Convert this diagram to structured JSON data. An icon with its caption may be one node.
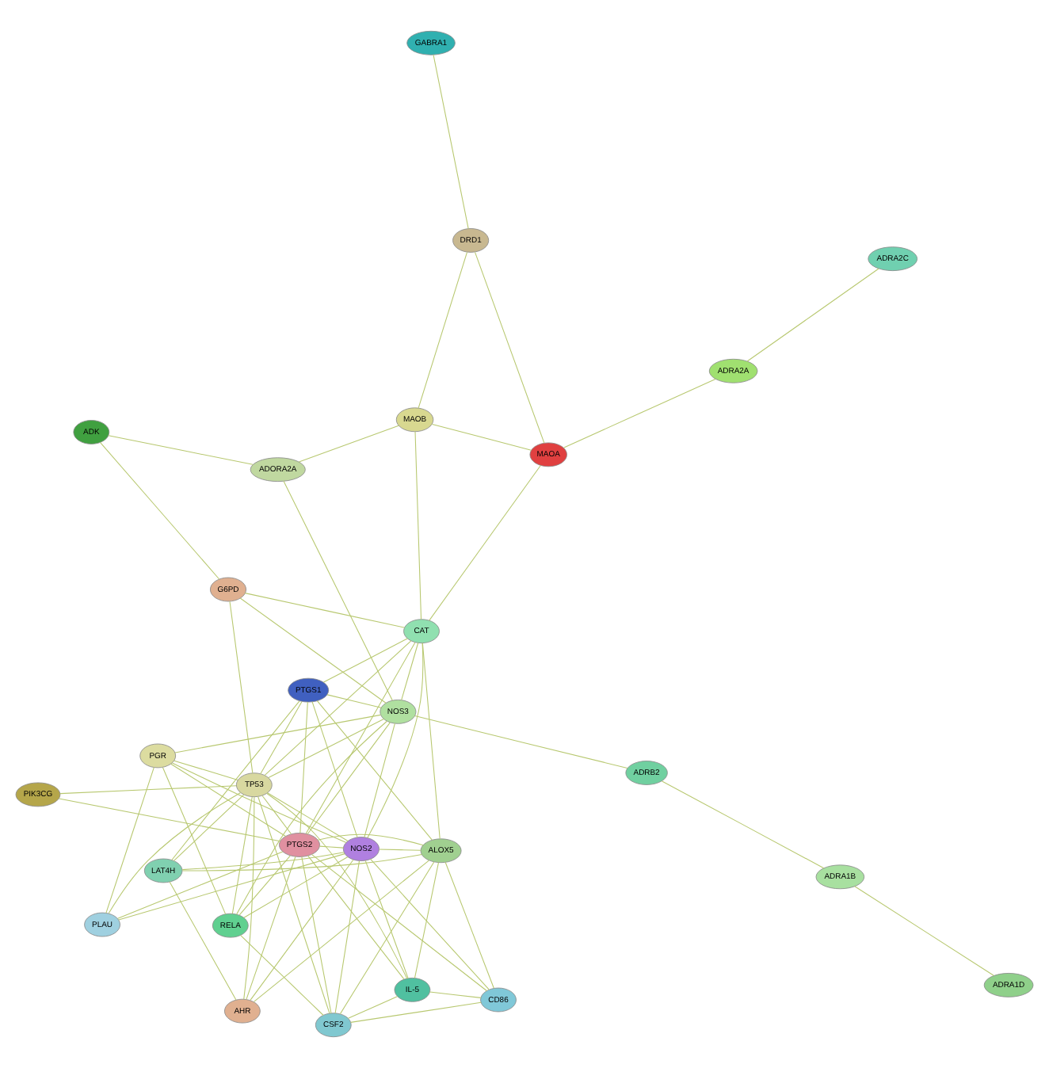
{
  "diagram": {
    "nodes": [
      {
        "text": [
          "PIK3CG"
        ]
      },
      {
        "text": [
          "ADRA1D"
        ]
      },
      {
        "text": [
          "PLAU"
        ]
      },
      {
        "text": [
          "PGR"
        ]
      },
      {
        "text": [
          "ADRA1B"
        ]
      },
      {
        "text": [
          "RELA"
        ]
      },
      {
        "text": [
          "CSF2"
        ]
      },
      {
        "text": [
          "ADRB2"
        ]
      },
      {
        "text": [
          "TP53"
        ]
      },
      {
        "text": [
          "IL-5"
        ]
      },
      {
        "text": [
          "PTGS2"
        ]
      },
      {
        "text": [
          "AHR"
        ]
      },
      {
        "text": [
          "CD86"
        ]
      },
      {
        "text": [
          "NOS2"
        ]
      },
      {
        "text": [
          "NOS3"
        ]
      },
      {
        "text": [
          "G6PD"
        ]
      },
      {
        "text": [
          "ALOX5"
        ]
      },
      {
        "text": [
          "PTGS1"
        ]
      },
      {
        "text": [
          "CAT"
        ]
      },
      {
        "text": [
          "ADK"
        ]
      },
      {
        "text": [
          "LAT4H"
        ]
      },
      {
        "text": [
          "ADORA2A"
        ]
      },
      {
        "text": [
          "MAOB"
        ]
      },
      {
        "text": [
          "MAOA"
        ]
      },
      {
        "text": [
          "DRD1"
        ]
      },
      {
        "text": [
          "ADRA2A"
        ]
      },
      {
        "text": [
          "GABRA1"
        ]
      },
      {
        "text": [
          "ADRA2C"
        ]
      }
    ],
    "edges": [
      {
        "from": 0,
        "to": 10,
        "arrow": "none"
      },
      {
        "from": 0,
        "to": 8,
        "arrow": "none"
      },
      {
        "from": 1,
        "to": 4,
        "arrow": "none"
      },
      {
        "from": 4,
        "to": 7,
        "arrow": "none"
      },
      {
        "from": 7,
        "to": 14,
        "arrow": "none"
      },
      {
        "from": 2,
        "to": 3,
        "arrow": "none"
      },
      {
        "from": 2,
        "to": 10,
        "arrow": "none"
      },
      {
        "from": 2,
        "to": 8,
        "arrow": "none"
      },
      {
        "from": 2,
        "to": 13,
        "arrow": "none"
      },
      {
        "from": 3,
        "to": 10,
        "arrow": "none"
      },
      {
        "from": 3,
        "to": 5,
        "arrow": "none"
      },
      {
        "from": 3,
        "to": 8,
        "arrow": "none"
      },
      {
        "from": 3,
        "to": 14,
        "arrow": "none"
      },
      {
        "from": 3,
        "to": 13,
        "arrow": "none"
      },
      {
        "from": 5,
        "to": 8,
        "arrow": "none"
      },
      {
        "from": 5,
        "to": 10,
        "arrow": "none"
      },
      {
        "from": 5,
        "to": 6,
        "arrow": "none"
      },
      {
        "from": 5,
        "to": 13,
        "arrow": "none"
      },
      {
        "from": 5,
        "to": 14,
        "arrow": "none"
      },
      {
        "from": 6,
        "to": 9,
        "arrow": "none"
      },
      {
        "from": 6,
        "to": 10,
        "arrow": "none"
      },
      {
        "from": 6,
        "to": 13,
        "arrow": "none"
      },
      {
        "from": 6,
        "to": 12,
        "arrow": "none"
      },
      {
        "from": 6,
        "to": 8,
        "arrow": "none"
      },
      {
        "from": 6,
        "to": 16,
        "arrow": "none"
      },
      {
        "from": 9,
        "to": 10,
        "arrow": "none"
      },
      {
        "from": 9,
        "to": 12,
        "arrow": "none"
      },
      {
        "from": 9,
        "to": 13,
        "arrow": "none"
      },
      {
        "from": 9,
        "to": 16,
        "arrow": "none"
      },
      {
        "from": 9,
        "to": 8,
        "arrow": "none"
      },
      {
        "from": 8,
        "to": 10,
        "arrow": "none"
      },
      {
        "from": 8,
        "to": 13,
        "arrow": "none"
      },
      {
        "from": 8,
        "to": 14,
        "arrow": "none"
      },
      {
        "from": 8,
        "to": 18,
        "arrow": "none"
      },
      {
        "from": 8,
        "to": 15,
        "arrow": "none"
      },
      {
        "from": 8,
        "to": 11,
        "arrow": "none"
      },
      {
        "from": 8,
        "to": 17,
        "arrow": "none"
      },
      {
        "from": 8,
        "to": 20,
        "arrow": "none"
      },
      {
        "from": 10,
        "to": 11,
        "arrow": "none"
      },
      {
        "from": 10,
        "to": 13,
        "arrow": "none"
      },
      {
        "from": 10,
        "to": 14,
        "arrow": "none"
      },
      {
        "from": 10,
        "to": 12,
        "arrow": "none"
      },
      {
        "from": 10,
        "to": 17,
        "arrow": "none"
      },
      {
        "from": 10,
        "to": 16,
        "arrow": "none"
      },
      {
        "from": 10,
        "to": 18,
        "arrow": "none"
      },
      {
        "from": 11,
        "to": 13,
        "arrow": "none"
      },
      {
        "from": 11,
        "to": 16,
        "arrow": "none"
      },
      {
        "from": 11,
        "to": 20,
        "arrow": "none"
      },
      {
        "from": 12,
        "to": 13,
        "arrow": "none"
      },
      {
        "from": 12,
        "to": 16,
        "arrow": "none"
      },
      {
        "from": 13,
        "to": 14,
        "arrow": "none"
      },
      {
        "from": 13,
        "to": 17,
        "arrow": "none"
      },
      {
        "from": 13,
        "to": 18,
        "arrow": "none"
      },
      {
        "from": 13,
        "to": 16,
        "arrow": "none"
      },
      {
        "from": 13,
        "to": 20,
        "arrow": "none"
      },
      {
        "from": 14,
        "to": 15,
        "arrow": "none"
      },
      {
        "from": 14,
        "to": 18,
        "arrow": "none"
      },
      {
        "from": 14,
        "to": 17,
        "arrow": "none"
      },
      {
        "from": 14,
        "to": 21,
        "arrow": "none"
      },
      {
        "from": 15,
        "to": 19,
        "arrow": "none"
      },
      {
        "from": 15,
        "to": 18,
        "arrow": "none"
      },
      {
        "from": 16,
        "to": 17,
        "arrow": "none"
      },
      {
        "from": 16,
        "to": 20,
        "arrow": "none"
      },
      {
        "from": 16,
        "to": 18,
        "arrow": "none"
      },
      {
        "from": 17,
        "to": 18,
        "arrow": "none"
      },
      {
        "from": 17,
        "to": 20,
        "arrow": "none"
      },
      {
        "from": 18,
        "to": 22,
        "arrow": "none"
      },
      {
        "from": 18,
        "to": 23,
        "arrow": "none"
      },
      {
        "from": 19,
        "to": 21,
        "arrow": "none"
      },
      {
        "from": 21,
        "to": 22,
        "arrow": "none"
      },
      {
        "from": 22,
        "to": 23,
        "arrow": "none"
      },
      {
        "from": 22,
        "to": 24,
        "arrow": "none"
      },
      {
        "from": 23,
        "to": 24,
        "arrow": "none"
      },
      {
        "from": 23,
        "to": 25,
        "arrow": "none"
      },
      {
        "from": 25,
        "to": 27,
        "arrow": "none"
      },
      {
        "from": 24,
        "to": 26,
        "arrow": "none"
      }
    ]
  }
}
